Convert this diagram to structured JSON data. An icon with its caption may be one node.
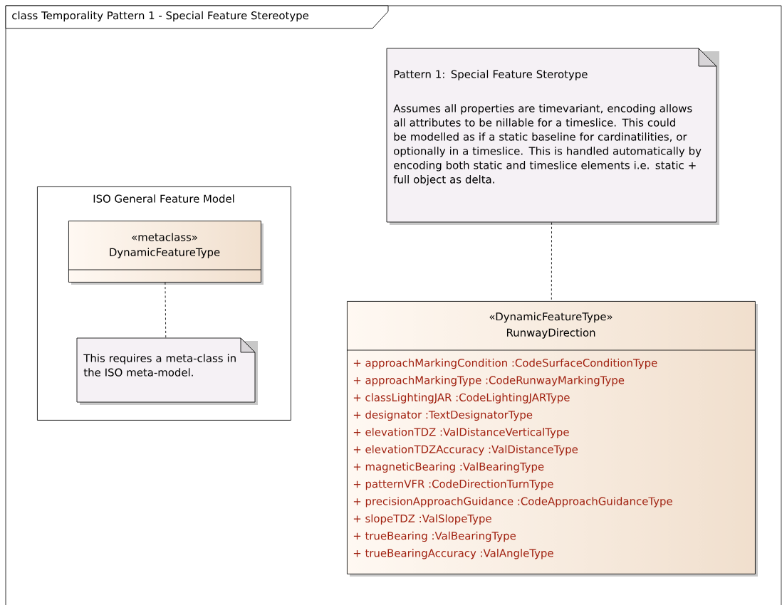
{
  "diagram": {
    "title": "class Temporality Pattern 1 - Special Feature Stereotype",
    "nodes": [
      {
        "text": [
          "ISO General Feature Model"
        ]
      },
      {
        "text": [
          "«metaclass»",
          "DynamicFeatureType"
        ],
        "in": 0
      },
      {
        "text": [
          "This requires a meta-class in the ISO meta-model."
        ],
        "in": 0
      },
      {
        "text": [
          "Pattern 1: Special Feature Sterotype",
          "Assumes all properties are timevariant, encoding allows all attributes to be nillable for a timeslice. This could be modelled as if a static baseline for cardinatilities, or optionally in a timeslice. This is handled automatically by encoding both static and timeslice elements i.e. static + full object as delta."
        ]
      },
      {
        "text": [
          "«DynamicFeatureType»",
          "RunwayDirection",
          "+ approachMarkingCondition :CodeSurfaceConditionType",
          "+ approachMarkingType :CodeRunwayMarkingType",
          "+ classLightingJAR :CodeLightingJARType",
          "+ designator :TextDesignatorType",
          "+ elevationTDZ :ValDistanceVerticalType",
          "+ elevationTDZAccuracy :ValDistanceType",
          "+ magneticBearing :ValBearingType",
          "+ patternVFR :CodeDirectionTurnType",
          "+ precisionApproachGuidance :CodeApproachGuidanceType",
          "+ slopeTDZ :ValSlopeType",
          "+ trueBearing :ValBearingType",
          "+ trueBearingAccuracy :ValAngleType"
        ]
      }
    ],
    "edges": [
      {
        "from": 1,
        "to": 2,
        "arrow": "none",
        "style": "dashed"
      },
      {
        "from": 3,
        "to": 4,
        "arrow": "none",
        "style": "dashed"
      }
    ]
  }
}
